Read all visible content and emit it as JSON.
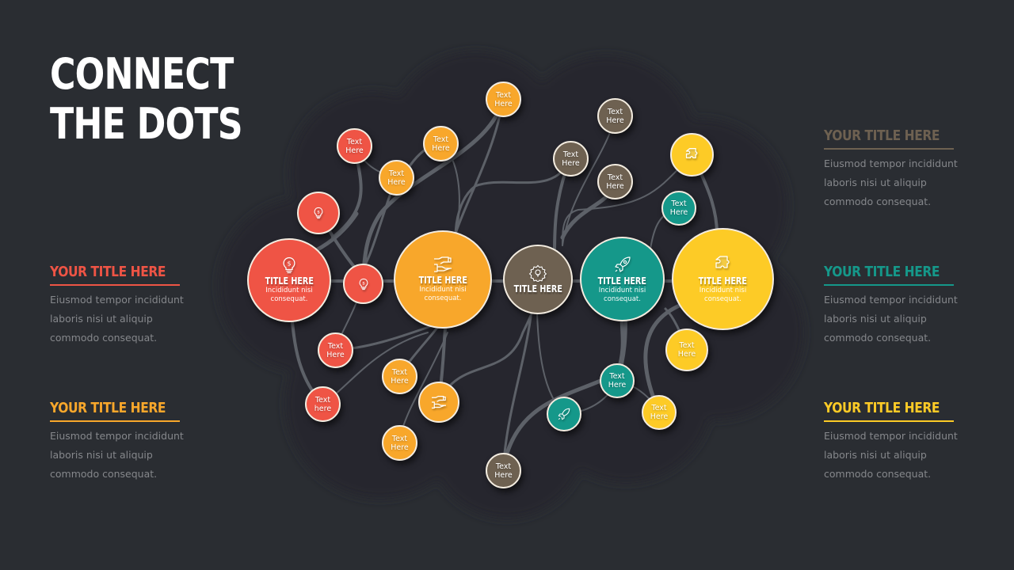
{
  "slide": {
    "title_lines": [
      "CONNECT",
      "THE DOTS"
    ],
    "background": "#2a2d32"
  },
  "colors": {
    "red": "#ef5445",
    "orange": "#f8a72b",
    "brown": "#6e6151",
    "teal": "#15988a",
    "yellow": "#fdcb26",
    "connector": "#5d6168",
    "body_text": "#85878b"
  },
  "left_panels": [
    {
      "title": "YOUR TITLE HERE",
      "color": "#ef5445",
      "text": "Eiusmod tempor incididunt laboris nisi ut aliquip commodo consequat."
    },
    {
      "title": "YOUR TITLE HERE",
      "color": "#f8a72b",
      "text": "Eiusmod tempor incididunt laboris nisi ut aliquip commodo consequat."
    }
  ],
  "right_panels": [
    {
      "title": "YOUR TITLE HERE",
      "color": "#6e6151",
      "text": "Eiusmod tempor incididunt laboris nisi ut aliquip commodo consequat."
    },
    {
      "title": "YOUR TITLE HERE",
      "color": "#15988a",
      "text": "Eiusmod tempor incididunt laboris nisi ut aliquip commodo consequat."
    },
    {
      "title": "YOUR TITLE HERE",
      "color": "#fdcb26",
      "text": "Eiusmod tempor incididunt laboris nisi ut aliquip commodo consequat."
    }
  ],
  "main_nodes": [
    {
      "title": "TITLE HERE",
      "subtitle": "Incididunt nisi consequat.",
      "icon": "lightbulb-dollar-icon",
      "color": "red"
    },
    {
      "title": "TITLE HERE",
      "subtitle": "Incididunt nisi consequat.",
      "icon": "hands-exchange-icon",
      "color": "orange"
    },
    {
      "title": "TITLE HERE",
      "subtitle": "",
      "icon": "gear-lightbulb-icon",
      "color": "brown"
    },
    {
      "title": "TITLE HERE",
      "subtitle": "Incididunt nisi consequat.",
      "icon": "rocket-icon",
      "color": "teal"
    },
    {
      "title": "TITLE HERE",
      "subtitle": "Incididunt nisi consequat.",
      "icon": "puzzle-icon",
      "color": "yellow"
    }
  ],
  "small_nodes": {
    "red_top": {
      "line1": "Text",
      "line2": "Here"
    },
    "red_low1": {
      "line1": "Text",
      "line2": "Here"
    },
    "red_low2": {
      "line1": "Text",
      "line2": "here"
    },
    "orange_top1": {
      "line1": "Text",
      "line2": "Here"
    },
    "orange_top2": {
      "line1": "Text",
      "line2": "Here"
    },
    "orange_top3": {
      "line1": "Text",
      "line2": "Here"
    },
    "orange_low1": {
      "line1": "Text",
      "line2": "Here"
    },
    "orange_low2": {
      "line1": "Text",
      "line2": "Here"
    },
    "brown_top1": {
      "line1": "Text",
      "line2": "Here"
    },
    "brown_top2": {
      "line1": "Text",
      "line2": "Here"
    },
    "brown_top3": {
      "line1": "Text",
      "line2": "Here"
    },
    "brown_bottom": {
      "line1": "Text",
      "line2": "Here"
    },
    "teal_right": {
      "line1": "Text",
      "line2": "Here"
    },
    "teal_low": {
      "line1": "Text",
      "line2": "Here"
    },
    "yellow_low1": {
      "line1": "Text",
      "line2": "Here"
    },
    "yellow_low2": {
      "line1": "Text",
      "line2": "Here"
    }
  }
}
